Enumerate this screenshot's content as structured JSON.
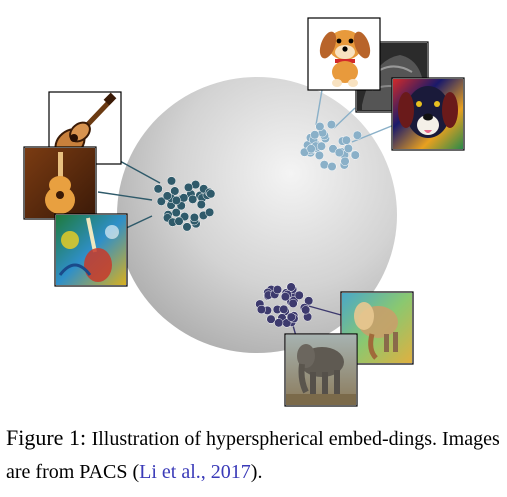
{
  "caption": {
    "figure_label": "Figure 1:",
    "text_before": "Illustration of hyperspherical embed-dings. Images are from PACS (",
    "citation": "Li et al., 2017",
    "text_after": ")."
  },
  "clusters": [
    {
      "name": "guitar",
      "color": "#2f5a6a"
    },
    {
      "name": "dog",
      "color": "#8ab0c8"
    },
    {
      "name": "elephant",
      "color": "#3d3a6e"
    }
  ],
  "thumbnails": [
    {
      "name": "guitar-cartoon",
      "icon": "guitar-sketch-icon"
    },
    {
      "name": "guitar-photo",
      "icon": "guitar-photo-icon"
    },
    {
      "name": "guitar-art",
      "icon": "guitar-painting-icon"
    },
    {
      "name": "dog-cartoon",
      "icon": "dog-cartoon-icon"
    },
    {
      "name": "dog-sketch",
      "icon": "dog-sketch-icon"
    },
    {
      "name": "dog-art",
      "icon": "dog-painting-icon"
    },
    {
      "name": "elephant-art",
      "icon": "elephant-painting-icon"
    },
    {
      "name": "elephant-photo",
      "icon": "elephant-photo-icon"
    }
  ]
}
